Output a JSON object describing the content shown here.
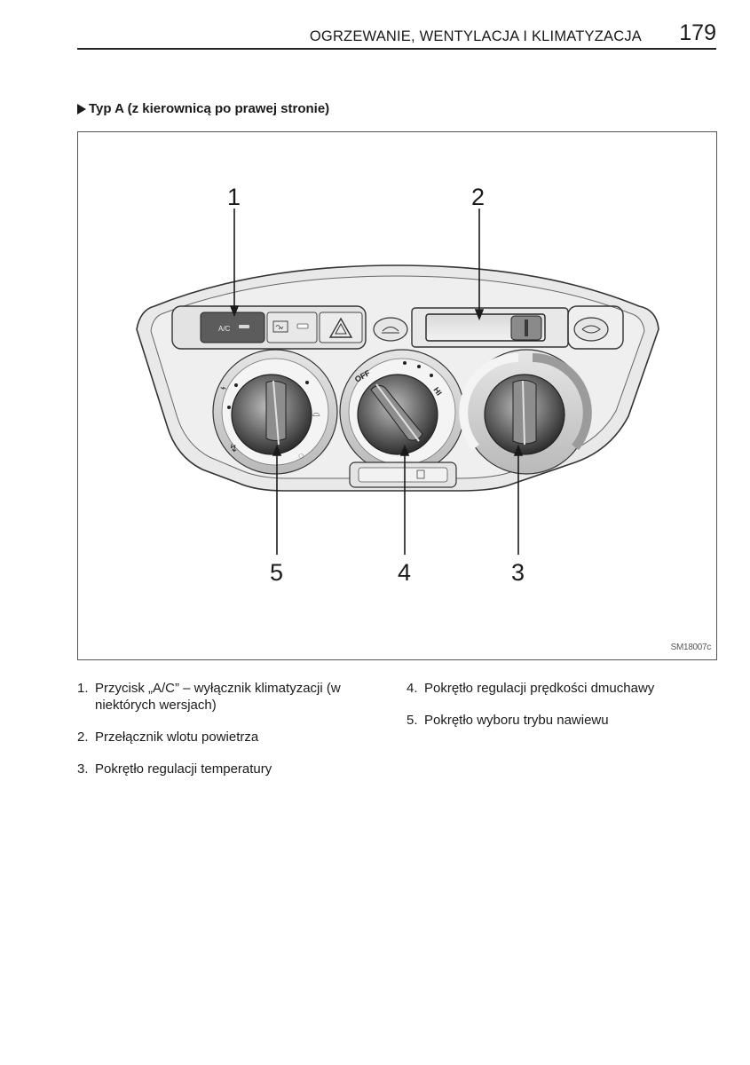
{
  "header": {
    "title": "OGRZEWANIE, WENTYLACJA I KLIMATYZACJA",
    "page_number": "179"
  },
  "section": {
    "heading": "Typ A (z kierownicą po prawej stronie)"
  },
  "figure": {
    "code": "SM18007c",
    "callouts": [
      "1",
      "2",
      "3",
      "4",
      "5"
    ],
    "panel_labels": {
      "ac_button": "A/C",
      "fan_off": "OFF",
      "fan_hi": "HI"
    }
  },
  "captions": {
    "left": [
      {
        "num": "1.",
        "text": "Przycisk „A/C” – wyłącznik klimatyzacji (w niektórych wersjach)"
      },
      {
        "num": "2.",
        "text": "Przełącznik wlotu powietrza"
      },
      {
        "num": "3.",
        "text": "Pokrętło regulacji temperatury"
      }
    ],
    "right": [
      {
        "num": "4.",
        "text": "Pokrętło regulacji prędkości dmuchawy"
      },
      {
        "num": "5.",
        "text": "Pokrętło wyboru trybu nawiewu"
      }
    ]
  }
}
